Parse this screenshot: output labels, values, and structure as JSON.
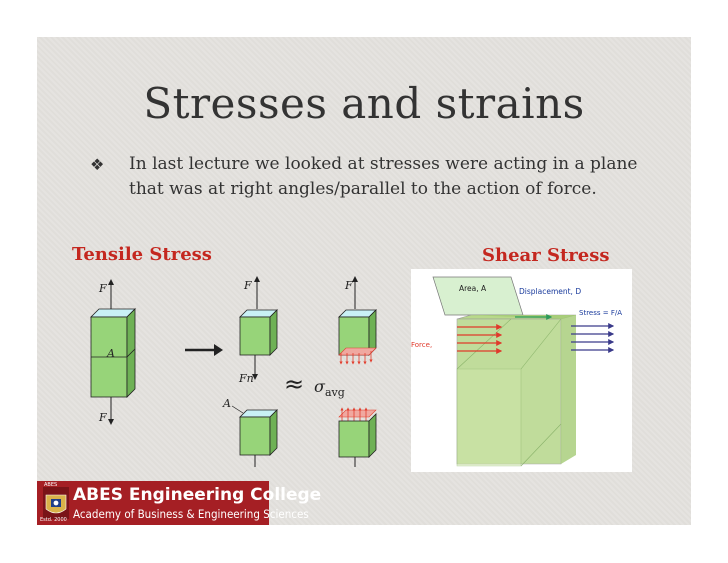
{
  "slide": {
    "title": "Stresses and strains",
    "bullet_text": "In last lecture we looked at stresses were acting in a plane that was at right angles/parallel to the action of force.",
    "tensile_label": "Tensile Stress",
    "shear_label": "Shear Stress"
  },
  "tensile_diagram": {
    "force_symbol": "F",
    "area_symbol": "A",
    "normal_force_symbol": "Fn",
    "approx_symbol": "≈",
    "sigma_symbol": "σ",
    "avg_subscript": "avg"
  },
  "shear_diagram": {
    "area_label": "Area, A",
    "displacement_label": "Displacement, D",
    "stress_label": "Stress = F/A",
    "force_label": "Force,"
  },
  "logo": {
    "college_name": "ABES Engineering College",
    "subtitle": "Academy of Business & Engineering Sciences",
    "estd": "Estd. 2000",
    "emblem_text": "ABES"
  },
  "colors": {
    "accent_red": "#c4271f",
    "logo_bg": "#a51f24",
    "block_green": "#97d479"
  }
}
